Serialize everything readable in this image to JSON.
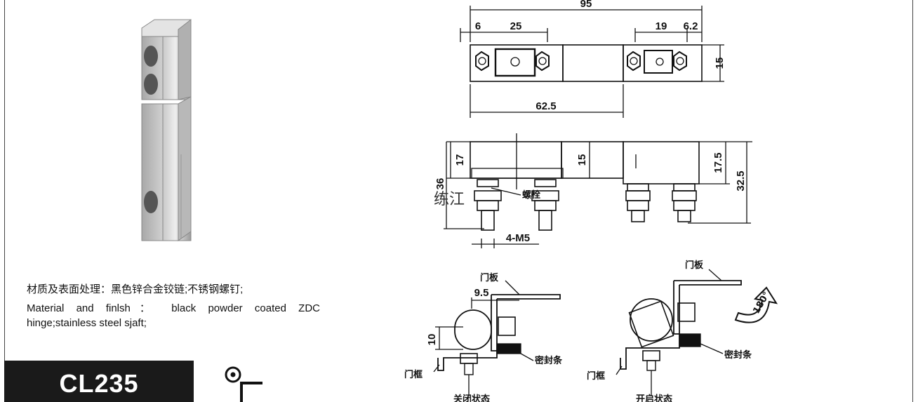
{
  "spec": {
    "material_cn": "材质及表面处理：黑色锌合金铰链;不锈钢螺钉;",
    "material_en_line1": "Material and finlsh： black powder coated ZDC",
    "material_en_line2": "hinge;stainless steel sjaft;"
  },
  "model": "CL235",
  "watermark": "练江",
  "top_view": {
    "overall": "95",
    "left_offset": "6",
    "left_span": "25",
    "right_span": "19",
    "right_offset": "6.2",
    "height": "15",
    "left_part_length": "62.5"
  },
  "side_view": {
    "left_height": "17",
    "mid_height": "15",
    "right_height": "17.5",
    "total_height": "32.5",
    "bolt_height": "36",
    "bolt_label": "螺栓",
    "thread": "4-M5"
  },
  "install_closed": {
    "door_panel": "门板",
    "offset": "9.5",
    "gap": "10",
    "seal": "密封条",
    "frame": "门框",
    "state": "关闭状态"
  },
  "install_open": {
    "door_panel": "门板",
    "seal": "密封条",
    "frame": "门框",
    "state": "开启状态",
    "angle": "180°"
  },
  "colors": {
    "ink": "#111111",
    "model_bg": "#1a1a1a",
    "part_light": "#d9d9d9",
    "part_dark": "#8a8a8a"
  }
}
